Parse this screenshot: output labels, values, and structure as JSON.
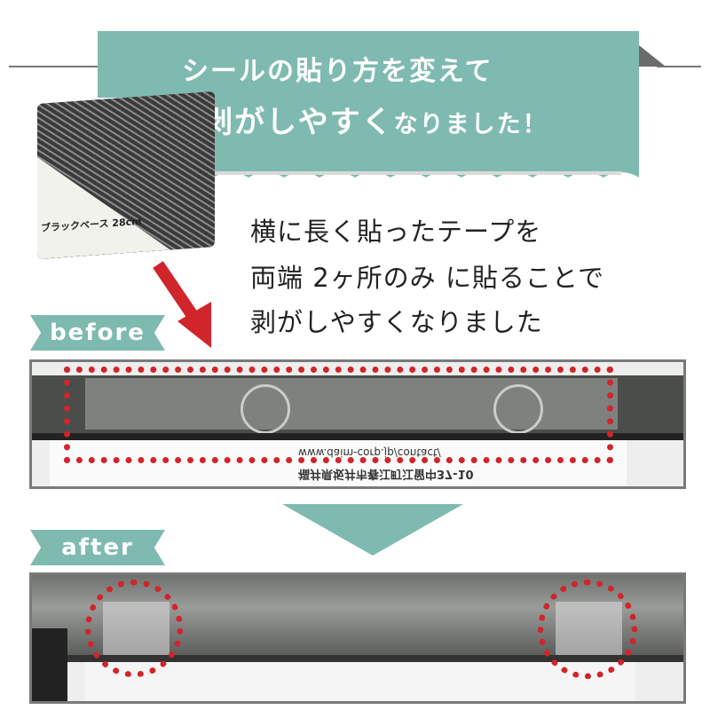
{
  "banner": {
    "line1": "シールの貼り方を変えて",
    "line2_big": "剥がしやすく",
    "line2_small": "なりました！",
    "color": "#7fbab0"
  },
  "product": {
    "name": "ブラックベース",
    "size": "28cm"
  },
  "description": {
    "lines": [
      "横に長く貼ったテープを",
      "両端 2ヶ所のみ に貼ることで",
      "剥がしやすくなりました"
    ]
  },
  "before": {
    "label": "before",
    "photo_text": [
      "www.daim-corp.jp/contact/",
      "福井県坂井市春江町江留中37-10"
    ]
  },
  "after": {
    "label": "after"
  },
  "colors": {
    "accent": "#7fbab0",
    "highlight": "#d0252b",
    "dark": "#3a3a3a"
  }
}
